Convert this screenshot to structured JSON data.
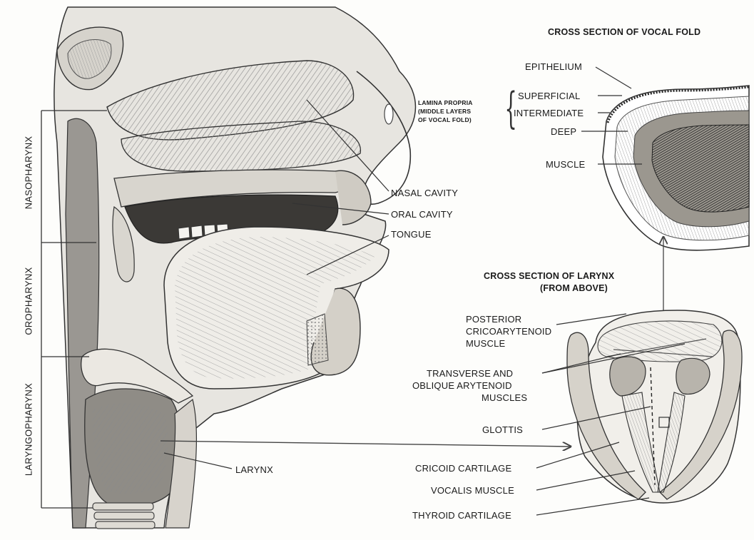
{
  "headings": {
    "vocal_fold": "CROSS SECTION OF VOCAL FOLD",
    "larynx_line1": "CROSS SECTION OF LARYNX",
    "larynx_line2": "(FROM ABOVE)"
  },
  "pharynx_regions": {
    "nasopharynx": "NASOPHARYNX",
    "oropharynx": "OROPHARYNX",
    "laryngopharynx": "LARYNGOPHARYNX"
  },
  "head_labels": {
    "nasal_cavity": "NASAL CAVITY",
    "oral_cavity": "ORAL CAVITY",
    "tongue": "TONGUE",
    "larynx": "LARYNX"
  },
  "vocal_fold_labels": {
    "epithelium": "EPITHELIUM",
    "lamina_propria_1": "LAMINA PROPRIA",
    "lamina_propria_2": "(MIDDLE LAYERS",
    "lamina_propria_3": "OF VOCAL FOLD)",
    "superficial": "SUPERFICIAL",
    "intermediate": "INTERMEDIATE",
    "deep": "DEEP",
    "muscle": "MUSCLE"
  },
  "larynx_labels": {
    "posterior_1": "POSTERIOR",
    "posterior_2": "CRICOARYTENOID",
    "posterior_3": "MUSCLE",
    "transverse_1": "TRANSVERSE AND",
    "transverse_2": "OBLIQUE ARYTENOID",
    "transverse_3": "MUSCLES",
    "glottis": "GLOTTIS",
    "cricoid": "CRICOID CARTILAGE",
    "vocalis": "VOCALIS MUSCLE",
    "thyroid": "THYROID CARTILAGE"
  }
}
